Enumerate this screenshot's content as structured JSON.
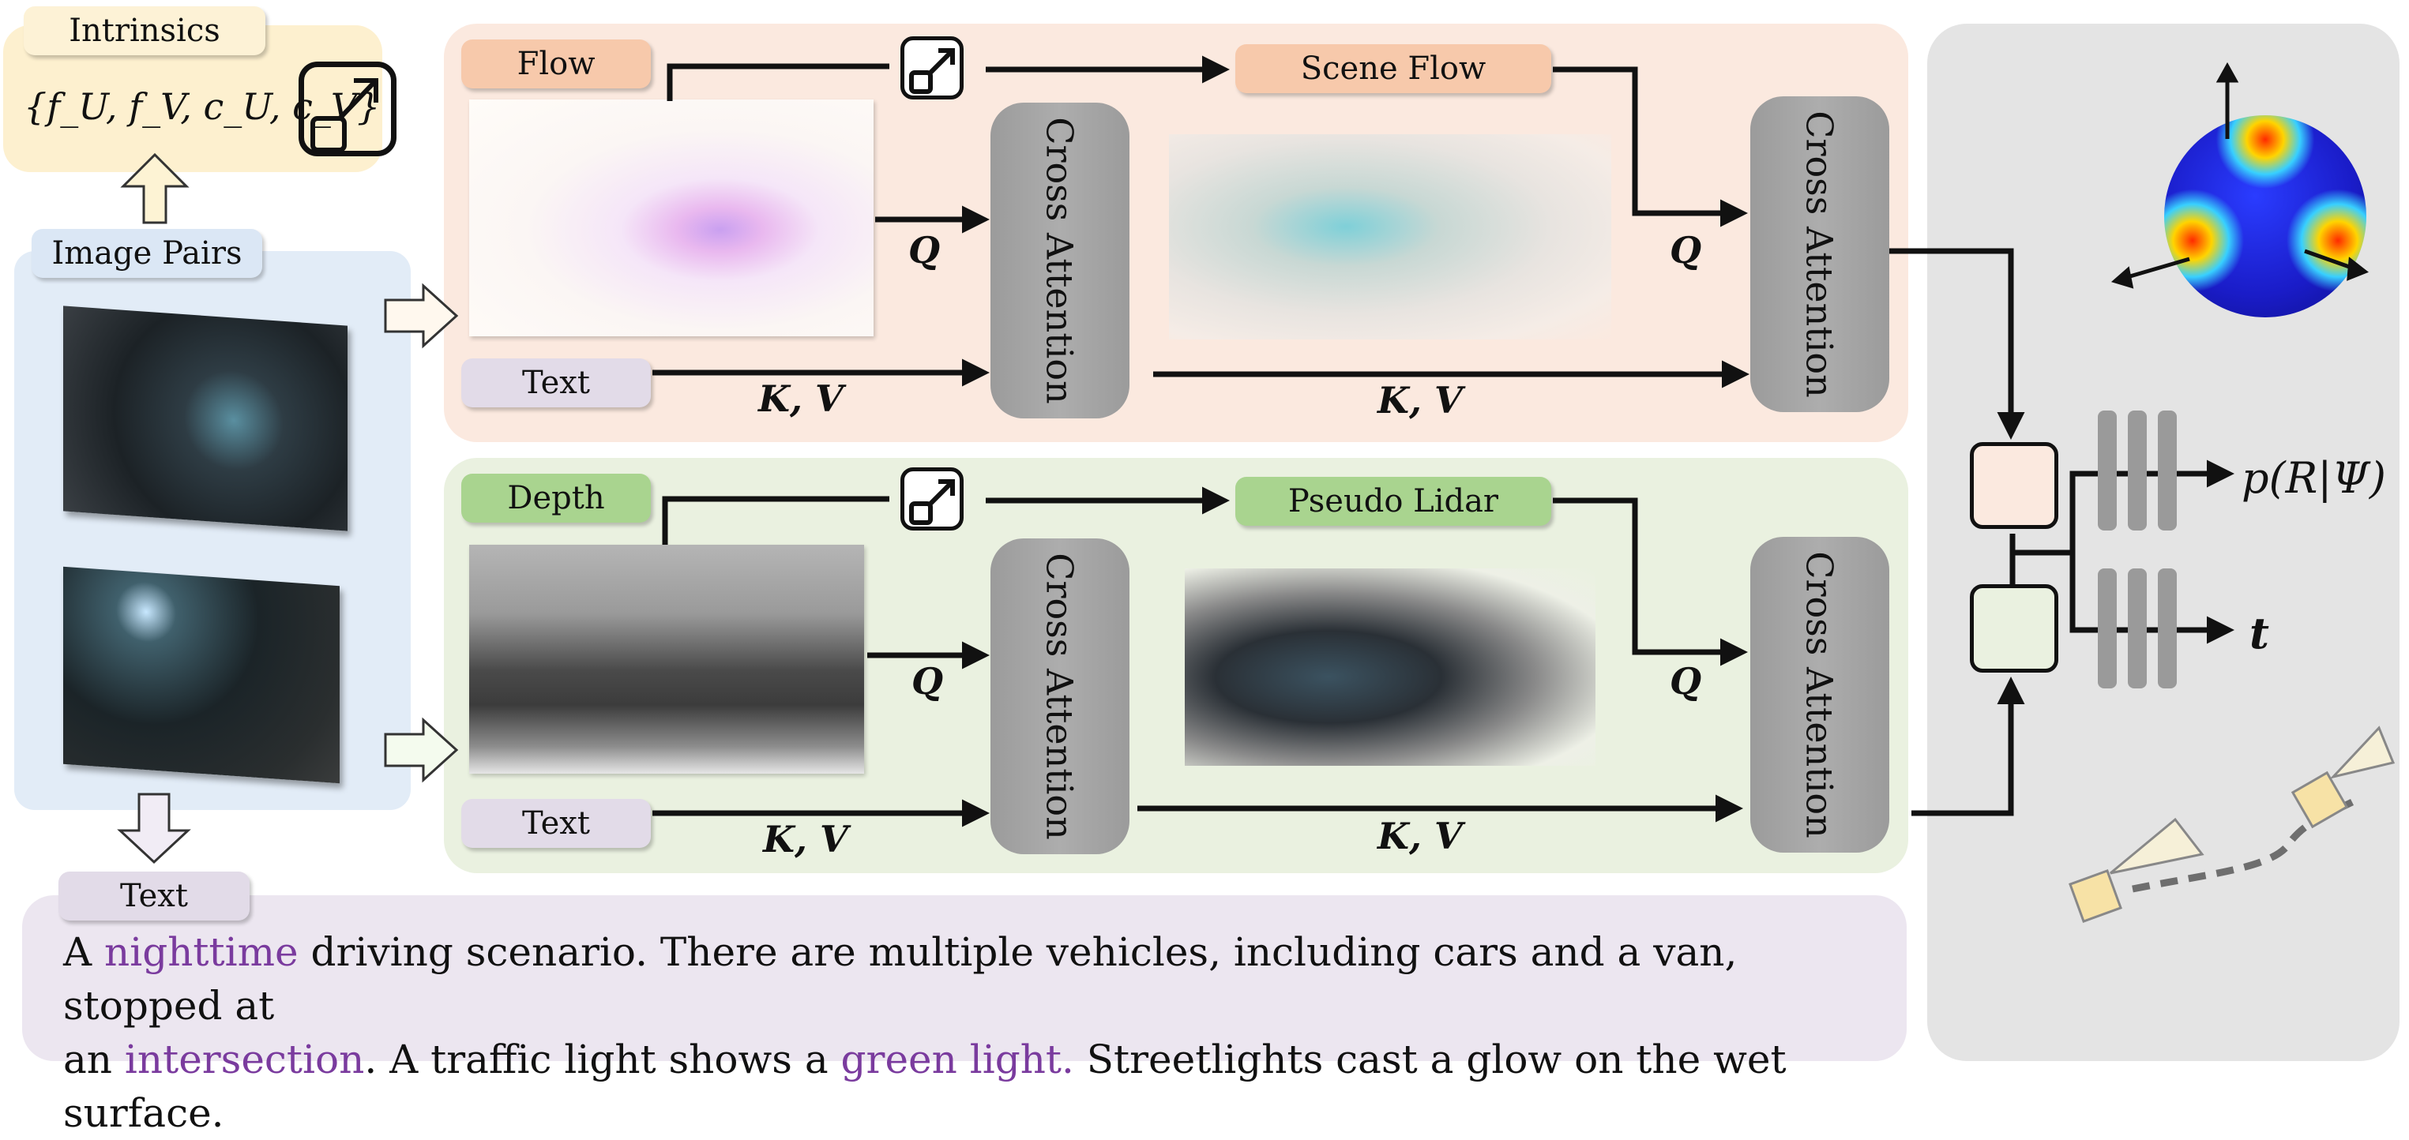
{
  "intrinsics": {
    "label": "Intrinsics",
    "formula": "{f_U, f_V, c_U, c_V}"
  },
  "image_pairs": {
    "label": "Image Pairs"
  },
  "text_tag_bottom": "Text",
  "flow_branch": {
    "input_label": "Flow",
    "output_label": "Scene Flow",
    "text_label": "Text"
  },
  "depth_branch": {
    "input_label": "Depth",
    "output_label": "Pseudo Lidar",
    "text_label": "Text"
  },
  "cross_attention_label": "Cross Attention",
  "symbols": {
    "q": "Q",
    "kv": "K, V"
  },
  "outputs": {
    "rotation": "p(R|Ψ)",
    "translation": "t"
  },
  "description": {
    "parts": [
      {
        "text": "A ",
        "highlight": false
      },
      {
        "text": "nighttime",
        "highlight": true
      },
      {
        "text": " driving scenario. There are multiple vehicles, including cars and a van, stopped at",
        "highlight": false
      },
      {
        "text": "an ",
        "highlight": false
      },
      {
        "text": "intersection",
        "highlight": true
      },
      {
        "text": ". A traffic light shows a ",
        "highlight": false
      },
      {
        "text": "green light.",
        "highlight": true
      },
      {
        "text": " Streetlights cast a glow on the wet surface.",
        "highlight": false
      }
    ]
  },
  "colors": {
    "flow_panel": "#fbe9df",
    "depth_panel": "#eaf1e0",
    "image_panel": "#e2ecf7",
    "intrinsics_panel": "#fdf0cf",
    "text_panel": "#ece6f0",
    "output_panel": "#e4e4e4",
    "flow_tag": "#f7c9ab",
    "depth_tag": "#a9d48f",
    "text_tag": "#e2dbe8",
    "highlight": "#7a3b9e"
  }
}
